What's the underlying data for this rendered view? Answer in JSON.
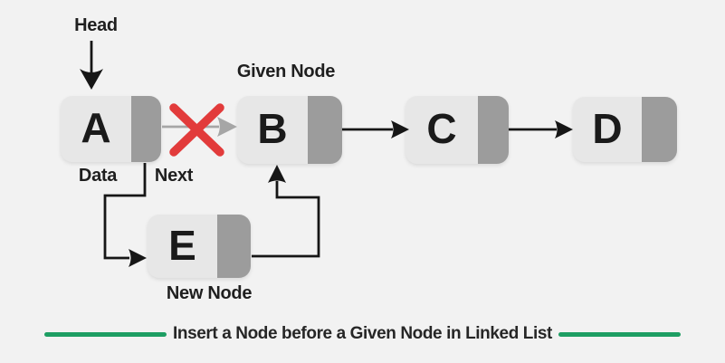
{
  "caption": "Insert a Node before a Given Node in Linked List",
  "labels": {
    "head": "Head",
    "given_node": "Given Node",
    "data": "Data",
    "next": "Next",
    "new_node": "New Node"
  },
  "nodes": [
    {
      "id": "A",
      "letter": "A",
      "role": "head node"
    },
    {
      "id": "B",
      "letter": "B",
      "role": "given node"
    },
    {
      "id": "C",
      "letter": "C",
      "role": "list node"
    },
    {
      "id": "D",
      "letter": "D",
      "role": "list node"
    },
    {
      "id": "E",
      "letter": "E",
      "role": "new node"
    }
  ],
  "colors": {
    "background": "#f2f2f2",
    "node_data_fill": "#e7e7e7",
    "node_next_fill": "#9c9c9c",
    "arrow_black": "#161616",
    "broken_arrow_gray": "#a6a6a6",
    "cross_red": "#e23b3b",
    "accent_green": "#1e9e63",
    "text": "#1f1f1f"
  },
  "icons": {
    "cross": "red-x-broken-link",
    "arrows": [
      "head-pointer",
      "a-to-b-broken",
      "b-to-c",
      "c-to-d",
      "a-next-to-e",
      "e-next-to-b"
    ]
  }
}
